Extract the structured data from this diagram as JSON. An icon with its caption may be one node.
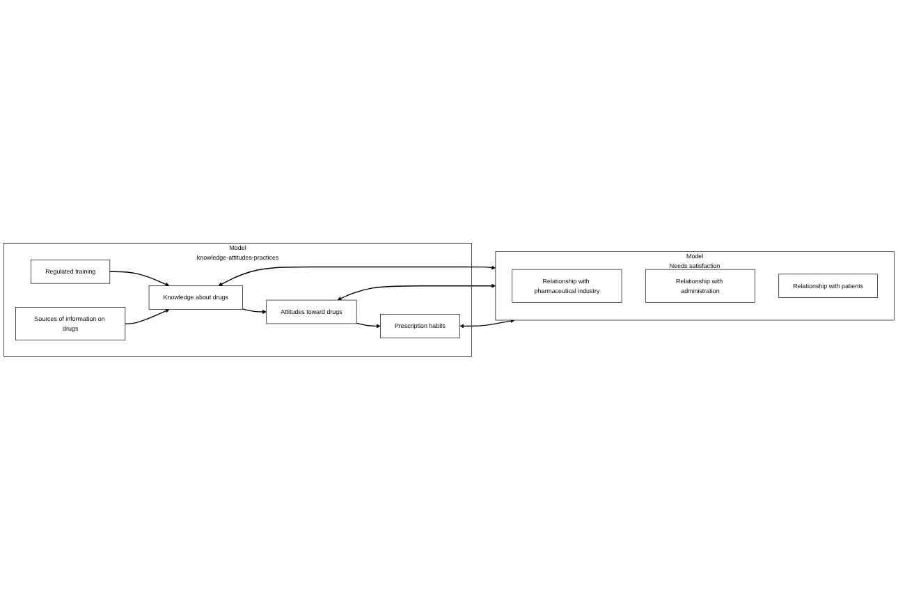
{
  "diagram": {
    "nodes": [
      {
        "text": [
          "Model",
          "knowledge-attitudes-practices"
        ]
      },
      {
        "text": [
          "Regulated training"
        ],
        "in": 0
      },
      {
        "text": [
          "Sources of information on drugs"
        ],
        "in": 0
      },
      {
        "text": [
          "Knowledge about drugs"
        ],
        "in": 0
      },
      {
        "text": [
          "Attitudes toward drugs"
        ],
        "in": 0
      },
      {
        "text": [
          "Prescription habits"
        ],
        "in": 0
      },
      {
        "text": [
          "Model",
          "Needs satisfaction"
        ]
      },
      {
        "text": [
          "Relationship with pharmaceutical industry"
        ],
        "in": 6
      },
      {
        "text": [
          "Relationship with administration"
        ],
        "in": 6
      },
      {
        "text": [
          "Relationship with patients"
        ],
        "in": 6
      }
    ],
    "edges": [
      {
        "from": 1,
        "to": 3,
        "arrow": "to"
      },
      {
        "from": 2,
        "to": 3,
        "arrow": "to"
      },
      {
        "from": 3,
        "to": 4,
        "arrow": "to"
      },
      {
        "from": 4,
        "to": 5,
        "arrow": "to"
      },
      {
        "from": 3,
        "to": 6,
        "arrow": "both"
      },
      {
        "from": 4,
        "to": 6,
        "arrow": "both"
      },
      {
        "from": 5,
        "to": 6,
        "arrow": "both"
      }
    ]
  }
}
